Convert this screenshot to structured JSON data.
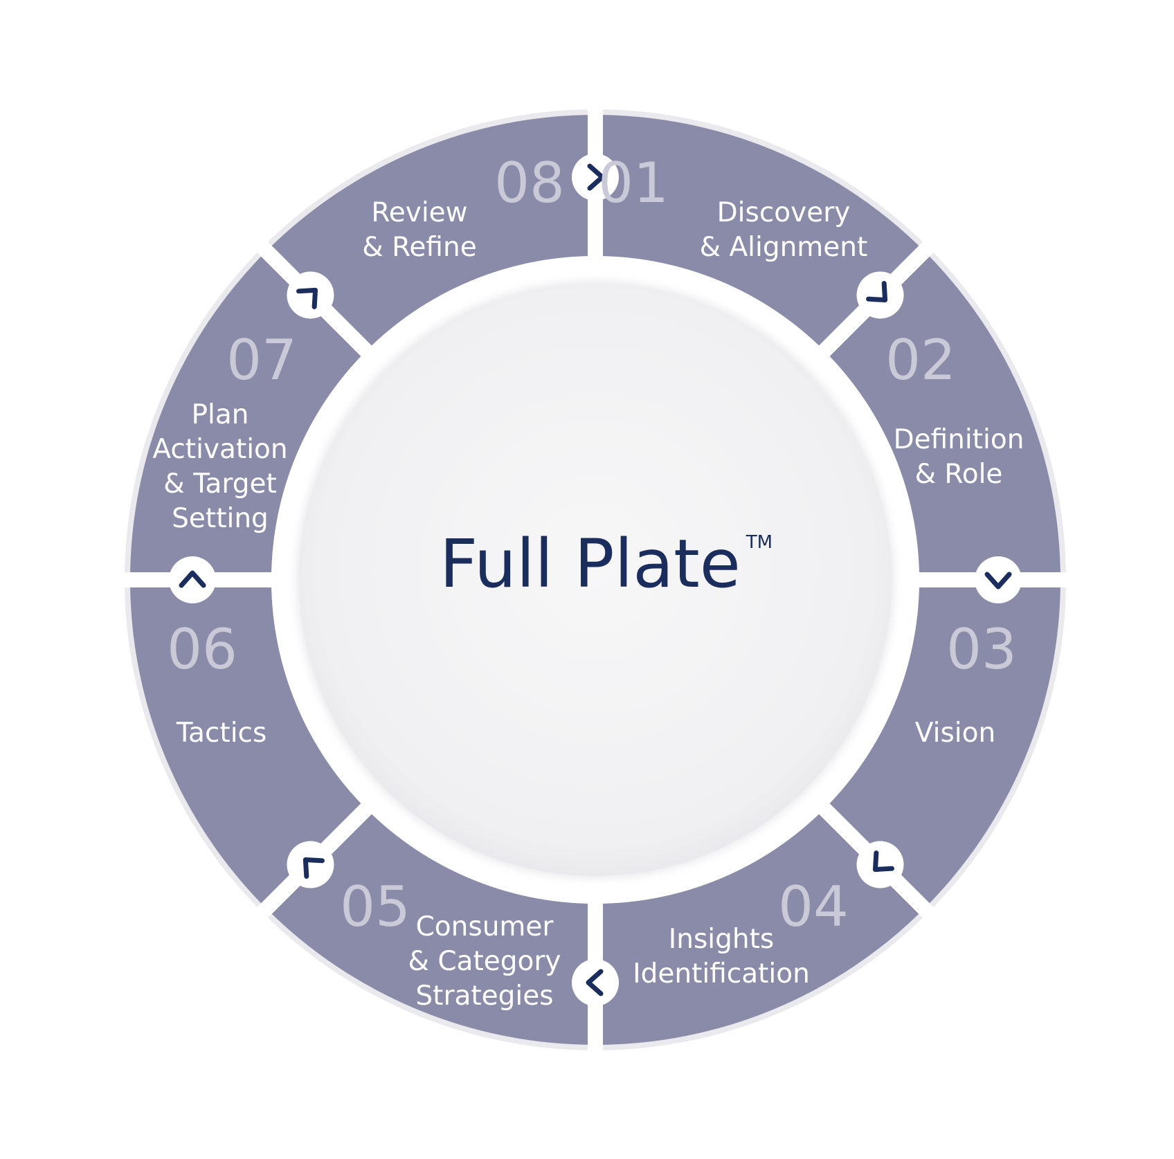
{
  "title": "Full Plate",
  "trademark": "TM",
  "colors": {
    "segment": "#8a8ba8",
    "number": "#c9c9d8",
    "label": "#ffffff",
    "plate_center": "#f4f4f5",
    "plate_rim": "#ffffff",
    "arrow": "#1b2d5c",
    "title": "#1b2d5c"
  },
  "steps": [
    {
      "number": "01",
      "lines": [
        "Discovery",
        "& Alignment"
      ]
    },
    {
      "number": "02",
      "lines": [
        "Definition",
        "& Role"
      ]
    },
    {
      "number": "03",
      "lines": [
        "Vision"
      ]
    },
    {
      "number": "04",
      "lines": [
        "Insights",
        "Identification"
      ]
    },
    {
      "number": "05",
      "lines": [
        "Consumer",
        "& Category",
        "Strategies"
      ]
    },
    {
      "number": "06",
      "lines": [
        "Tactics"
      ]
    },
    {
      "number": "07",
      "lines": [
        "Plan",
        "Activation",
        "& Target",
        "Setting"
      ]
    },
    {
      "number": "08",
      "lines": [
        "Review",
        "& Refine"
      ]
    }
  ],
  "arrow_icon": "chevron-icon"
}
